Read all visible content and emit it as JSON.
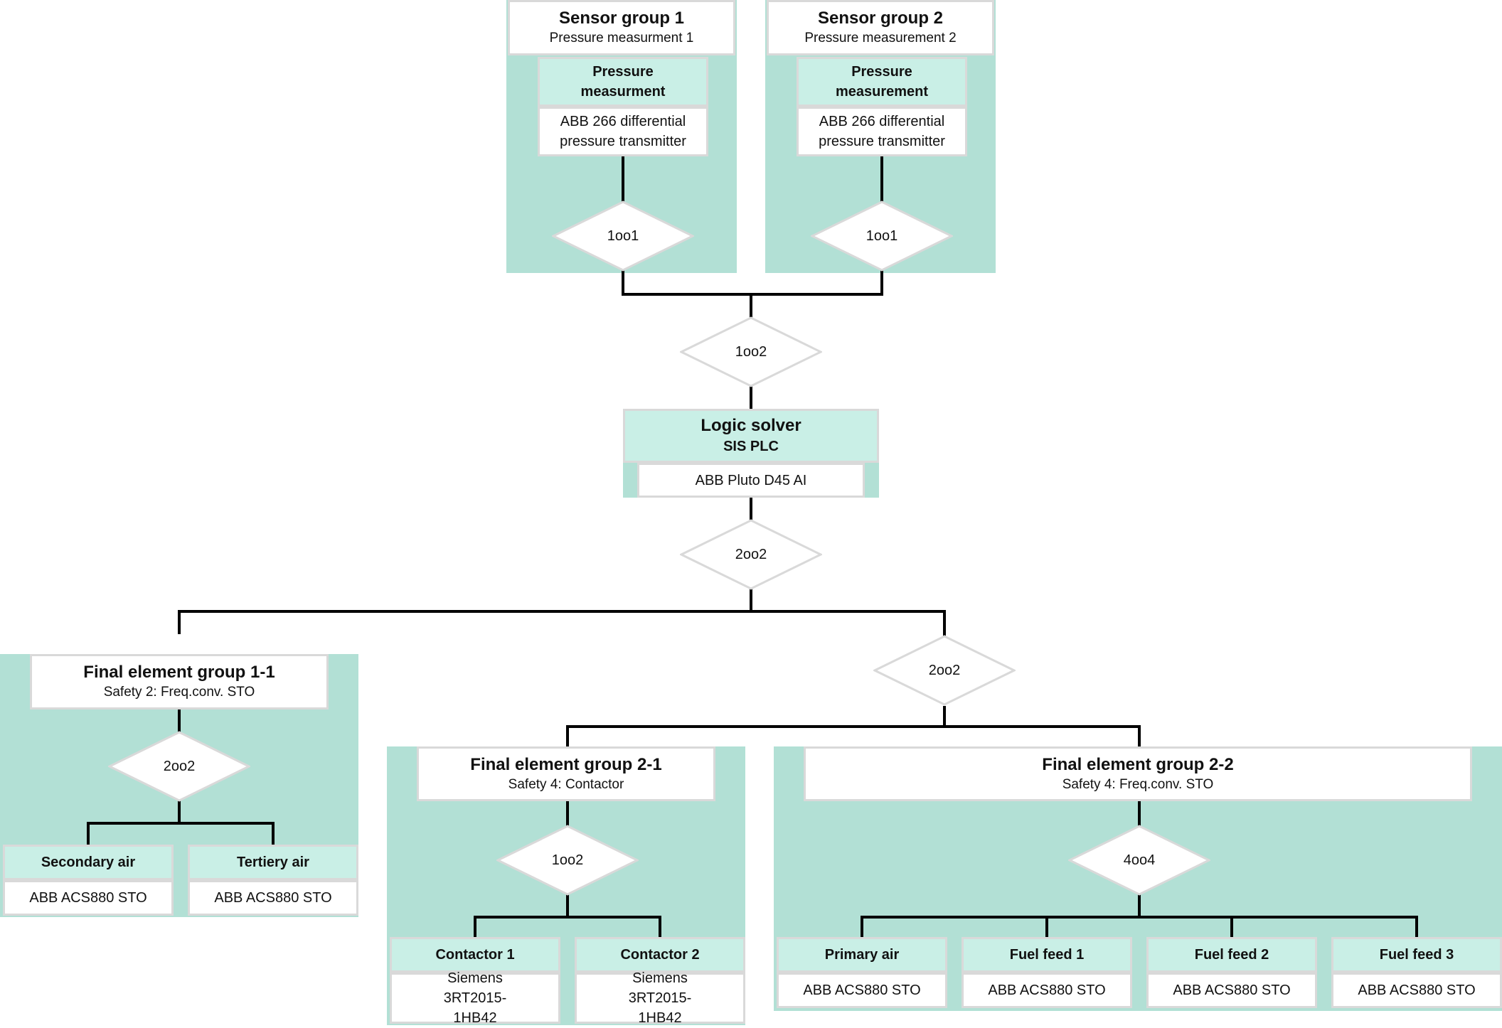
{
  "sensor_groups": [
    {
      "title": "Sensor group 1",
      "subtitle": "Pressure measurment 1",
      "device_header": "Pressure measurment",
      "device": "ABB 266 differential pressure transmitter",
      "vote": "1oo1"
    },
    {
      "title": "Sensor group 2",
      "subtitle": "Pressure measurement 2",
      "device_header": "Pressure measurement",
      "device": "ABB 266 differential pressure transmitter",
      "vote": "1oo1"
    }
  ],
  "sensor_vote": "1oo2",
  "logic_solver": {
    "title": "Logic solver",
    "subtitle": "SIS PLC",
    "device": "ABB Pluto D45 AI",
    "vote": "2oo2"
  },
  "fe_vote_2": "2oo2",
  "fe_group_1_1": {
    "title": "Final element group 1-1",
    "subtitle": "Safety 2: Freq.conv. STO",
    "vote": "2oo2",
    "items": [
      {
        "header": "Secondary air",
        "device": "ABB ACS880 STO"
      },
      {
        "header": "Tertiery air",
        "device": "ABB ACS880 STO"
      }
    ]
  },
  "fe_group_2_1": {
    "title": "Final element group 2-1",
    "subtitle": "Safety 4: Contactor",
    "vote": "1oo2",
    "items": [
      {
        "header": "Contactor 1",
        "device": "Siemens 3RT2015-1HB42"
      },
      {
        "header": "Contactor 2",
        "device": "Siemens 3RT2015-1HB42"
      }
    ]
  },
  "fe_group_2_2": {
    "title": "Final element group 2-2",
    "subtitle": "Safety 4: Freq.conv. STO",
    "vote": "4oo4",
    "items": [
      {
        "header": "Primary air",
        "device": "ABB ACS880 STO"
      },
      {
        "header": "Fuel feed 1",
        "device": "ABB ACS880 STO"
      },
      {
        "header": "Fuel feed 2",
        "device": "ABB ACS880 STO"
      },
      {
        "header": "Fuel feed 3",
        "device": "ABB ACS880 STO"
      }
    ]
  },
  "colors": {
    "panel": "#b2e0d5",
    "header": "#c9efe6",
    "border": "#d9d9d9",
    "line": "#000000"
  }
}
